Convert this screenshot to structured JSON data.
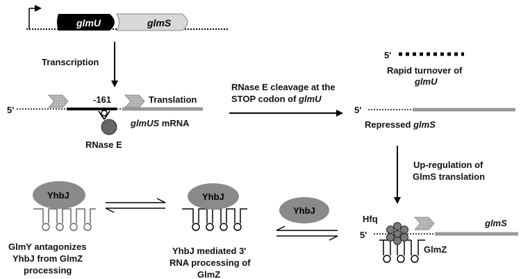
{
  "labels": {
    "gene1": "glmU",
    "gene2": "glmS",
    "transcription": "Transcription",
    "position": "-161",
    "translation": "Translation",
    "prime5_a": "5'",
    "mrna_gene": "glmUS",
    "mrna_suffix": " mRNA",
    "rnase": "RNase E",
    "cleavage_line1": "RNase E cleavage at the",
    "cleavage_line2_prefix": "STOP codon of ",
    "cleavage_line2_gene": "glmU",
    "prime5_b": "5'",
    "turnover_line1": "Rapid turnover of",
    "turnover_line2": "glmU",
    "prime5_c": "5'",
    "repressed_prefix": "Repressed ",
    "repressed_gene": "glmS",
    "upreg_line1": "Up-regulation of",
    "upreg_line2": "GlmS translation",
    "yhbj_left": "YhbJ",
    "yhbj_mid": "YhbJ",
    "yhbj_free": "YhbJ",
    "glmy_line1": "GlmY antagonizes",
    "glmy_line2": "YhbJ from GlmZ",
    "glmy_line3": "processing",
    "proc_line1": "YhbJ mediated 3'",
    "proc_line2": "RNA processing of",
    "proc_line3": "GlmZ",
    "hfq": "Hfq",
    "prime5_d": "5'",
    "glmz": "GlmZ",
    "glms_final": "glmS"
  },
  "colors": {
    "glmU_fill": "#000000",
    "glmS_fill": "#d8d8d8",
    "mrna_gray": "#999999",
    "oval_fill": "#8a8a8a",
    "rnase_fill": "#666666",
    "chevron_fill": "#b5b5b5"
  }
}
